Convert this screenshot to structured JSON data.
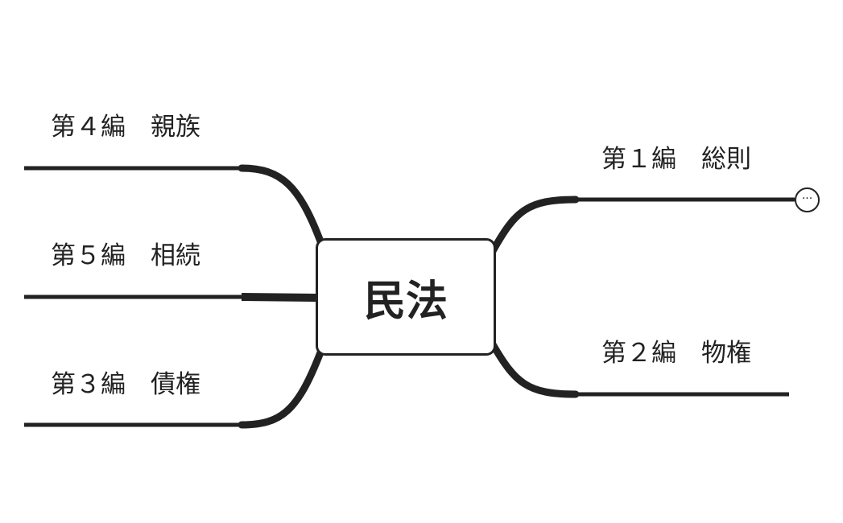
{
  "mindmap": {
    "central_topic": "民法",
    "line_color": "#222222",
    "topics": [
      {
        "id": "b1",
        "label": "第１編　総則",
        "side": "right",
        "has_collapse_button": true
      },
      {
        "id": "b2",
        "label": "第２編　物権",
        "side": "right",
        "has_collapse_button": false
      },
      {
        "id": "b4",
        "label": "第４編　親族",
        "side": "left",
        "has_collapse_button": false
      },
      {
        "id": "b5",
        "label": "第５編　相続",
        "side": "left",
        "has_collapse_button": false
      },
      {
        "id": "b3",
        "label": "第３編　債権",
        "side": "left",
        "has_collapse_button": false
      }
    ],
    "collapse_button_glyph": "···",
    "collapse_icon": "ellipsis-icon"
  }
}
